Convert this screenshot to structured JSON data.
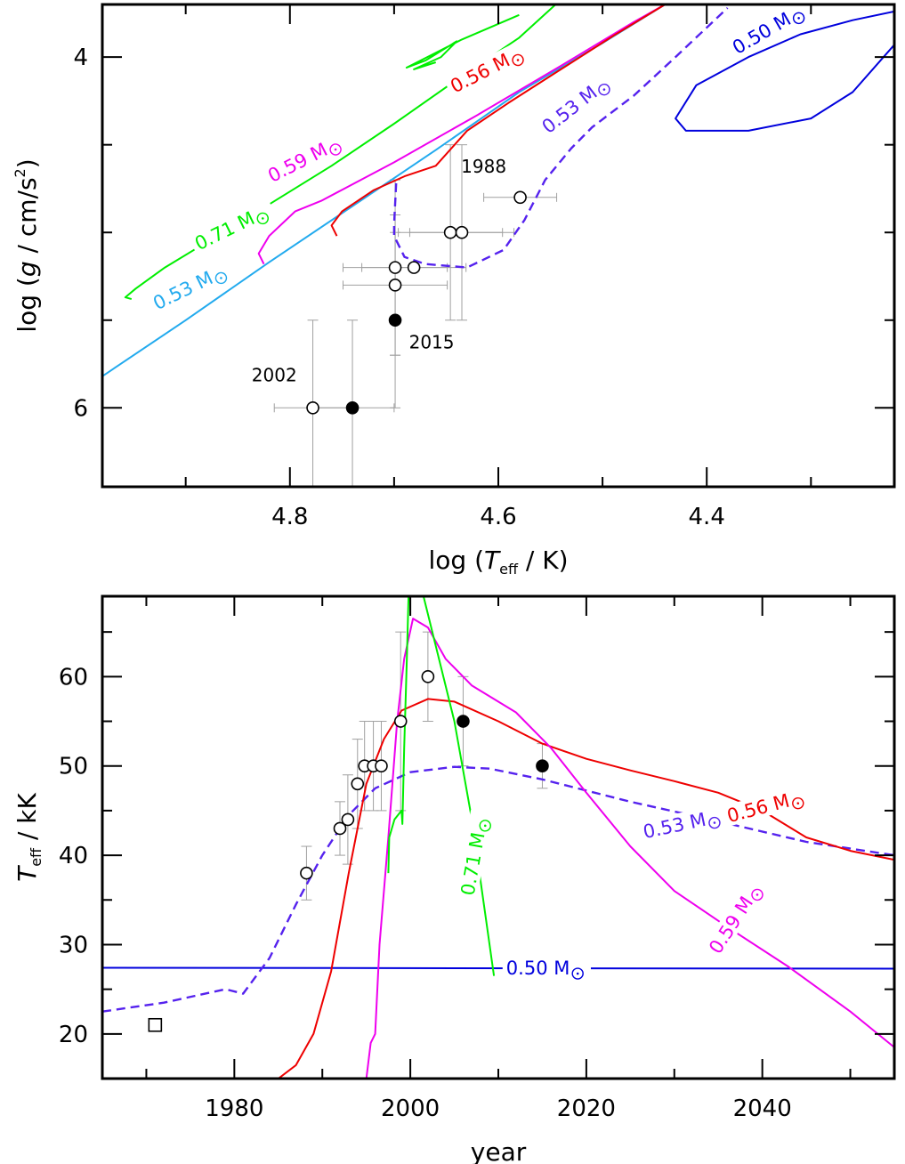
{
  "chart_data": [
    {
      "type": "line",
      "xlabel": {
        "prefix": "log (",
        "var": "T",
        "sub": "eff",
        "suffix": " / K)"
      },
      "ylabel": {
        "prefix": "log (",
        "var": "g",
        "suffix": " / cm/s",
        "sup": "2",
        "close": ")"
      },
      "xlim": [
        4.98,
        4.22
      ],
      "ylim": [
        3.7,
        6.45
      ],
      "y_inverted": true,
      "xticks": [
        4.8,
        4.6,
        4.4
      ],
      "xtick_labels": [
        "4.8",
        "4.6",
        "4.4"
      ],
      "yticks": [
        4,
        6
      ],
      "ytick_labels": [
        "4",
        "6"
      ],
      "series": [
        {
          "name": "0.71 M☉",
          "label_text": "0.71 M",
          "color": "#00ee00",
          "dash": false,
          "points": [
            [
              4.952,
              5.38
            ],
            [
              4.958,
              5.37
            ],
            [
              4.948,
              5.32
            ],
            [
              4.92,
              5.2
            ],
            [
              4.87,
              5.02
            ],
            [
              4.82,
              4.84
            ],
            [
              4.76,
              4.62
            ],
            [
              4.7,
              4.38
            ],
            [
              4.64,
              4.13
            ],
            [
              4.58,
              3.89
            ],
            [
              4.545,
              3.7
            ]
          ],
          "label": {
            "x": 4.855,
            "y": 4.97,
            "angle": -26
          }
        },
        {
          "name": "0.71 M☉ (loop)",
          "color": "#00ee00",
          "dash": false,
          "points": [
            [
              4.58,
              3.76
            ],
            [
              4.635,
              3.9
            ],
            [
              4.688,
              4.06
            ],
            [
              4.67,
              4.02
            ],
            [
              4.64,
              3.91
            ],
            [
              4.655,
              4.0
            ],
            [
              4.681,
              4.07
            ],
            [
              4.66,
              4.03
            ]
          ]
        },
        {
          "name": "0.53 M☉ (cyan)",
          "label_text": "0.53 M",
          "color": "#22aaee",
          "dash": false,
          "points": [
            [
              4.98,
              5.82
            ],
            [
              4.9,
              5.5
            ],
            [
              4.82,
              5.17
            ],
            [
              4.74,
              4.85
            ],
            [
              4.66,
              4.53
            ],
            [
              4.58,
              4.2
            ],
            [
              4.5,
              3.92
            ],
            [
              4.44,
              3.7
            ]
          ],
          "label": {
            "x": 4.895,
            "y": 5.31,
            "angle": -26
          }
        },
        {
          "name": "0.59 M☉",
          "label_text": "0.59 M",
          "color": "#ee00ee",
          "dash": false,
          "points": [
            [
              4.825,
              5.18
            ],
            [
              4.83,
              5.12
            ],
            [
              4.82,
              5.02
            ],
            [
              4.795,
              4.88
            ],
            [
              4.77,
              4.82
            ],
            [
              4.7,
              4.6
            ],
            [
              4.62,
              4.33
            ],
            [
              4.54,
              4.05
            ],
            [
              4.47,
              3.8
            ],
            [
              4.44,
              3.7
            ]
          ],
          "label": {
            "x": 4.785,
            "y": 4.58,
            "angle": -27
          }
        },
        {
          "name": "0.56 M☉",
          "label_text": "0.56 M",
          "color": "#ee0000",
          "dash": false,
          "points": [
            [
              4.755,
              5.02
            ],
            [
              4.76,
              4.96
            ],
            [
              4.75,
              4.88
            ],
            [
              4.72,
              4.76
            ],
            [
              4.69,
              4.68
            ],
            [
              4.66,
              4.62
            ],
            [
              4.63,
              4.42
            ],
            [
              4.59,
              4.26
            ],
            [
              4.54,
              4.07
            ],
            [
              4.49,
              3.88
            ],
            [
              4.44,
              3.7
            ]
          ],
          "label": {
            "x": 4.61,
            "y": 4.07,
            "angle": -27
          }
        },
        {
          "name": "0.53 M☉",
          "label_text": "0.53 M",
          "color": "#5522ee",
          "dash": true,
          "points": [
            [
              4.698,
              4.72
            ],
            [
              4.7,
              4.95
            ],
            [
              4.7,
              5.02
            ],
            [
              4.69,
              5.14
            ],
            [
              4.67,
              5.18
            ],
            [
              4.63,
              5.2
            ],
            [
              4.595,
              5.1
            ],
            [
              4.575,
              4.93
            ],
            [
              4.555,
              4.7
            ],
            [
              4.53,
              4.52
            ],
            [
              4.51,
              4.4
            ],
            [
              4.47,
              4.22
            ],
            [
              4.43,
              4.0
            ],
            [
              4.38,
              3.72
            ]
          ],
          "label": {
            "x": 4.525,
            "y": 4.27,
            "angle": -38
          }
        },
        {
          "name": "0.50 M☉",
          "label_text": "0.50 M",
          "color": "#0000dd",
          "dash": false,
          "points": [
            [
              4.22,
              3.93
            ],
            [
              4.26,
              4.2
            ],
            [
              4.3,
              4.35
            ],
            [
              4.36,
              4.42
            ],
            [
              4.42,
              4.42
            ],
            [
              4.43,
              4.35
            ],
            [
              4.41,
              4.16
            ],
            [
              4.36,
              4.0
            ],
            [
              4.31,
              3.87
            ],
            [
              4.26,
              3.79
            ],
            [
              4.22,
              3.74
            ]
          ],
          "label": {
            "x": 4.34,
            "y": 3.84,
            "angle": -30
          }
        }
      ],
      "points": [
        {
          "x": 4.579,
          "y": 4.8,
          "filled": false,
          "xerr": 0.035,
          "yerr": 0
        },
        {
          "x": 4.646,
          "y": 5.0,
          "filled": false,
          "xerr": 0.05,
          "yerr": 0.5
        },
        {
          "x": 4.635,
          "y": 5.0,
          "filled": false,
          "xerr": 0.05,
          "yerr": 0.5
        },
        {
          "x": 4.681,
          "y": 5.2,
          "filled": false,
          "xerr": 0.05,
          "yerr": 0
        },
        {
          "x": 4.699,
          "y": 5.2,
          "filled": false,
          "xerr": 0.05,
          "yerr": 0.5
        },
        {
          "x": 4.699,
          "y": 5.3,
          "filled": false,
          "xerr": 0.05,
          "yerr": 0.4
        },
        {
          "x": 4.699,
          "y": 5.5,
          "filled": true,
          "xerr": 0,
          "yerr": 0.5
        },
        {
          "x": 4.778,
          "y": 6.0,
          "filled": false,
          "xerr": 0.037,
          "yerr": 0.5
        },
        {
          "x": 4.74,
          "y": 6.0,
          "filled": true,
          "xerr": 0.04,
          "yerr": 0.5
        }
      ],
      "annotations": [
        {
          "text": "1988",
          "x": 4.614,
          "y": 4.66
        },
        {
          "text": "2015",
          "x": 4.664,
          "y": 5.66
        },
        {
          "text": "2002",
          "x": 4.815,
          "y": 5.85
        }
      ]
    },
    {
      "type": "line",
      "xlabel": "year",
      "ylabel": {
        "var": "T",
        "sub": "eff",
        "suffix": " / kK"
      },
      "xlim": [
        1965,
        2055
      ],
      "ylim": [
        15,
        69
      ],
      "xticks": [
        1980,
        2000,
        2020,
        2040
      ],
      "xtick_labels": [
        "1980",
        "2000",
        "2020",
        "2040"
      ],
      "yticks": [
        20,
        30,
        40,
        50,
        60
      ],
      "ytick_labels": [
        "20",
        "30",
        "40",
        "50",
        "60"
      ],
      "series": [
        {
          "name": "0.50 M☉",
          "label_text": "0.50 M",
          "color": "#0000dd",
          "dash": false,
          "points": [
            [
              1965,
              27.4
            ],
            [
              2055,
              27.3
            ]
          ],
          "label": {
            "x": 2015.5,
            "y": 27.35,
            "angle": 0
          }
        },
        {
          "name": "0.53 M☉",
          "label_text": "0.53 M",
          "color": "#5522ee",
          "dash": true,
          "points": [
            [
              1965,
              22.5
            ],
            [
              1972,
              23.5
            ],
            [
              1979,
              25
            ],
            [
              1981,
              24.5
            ],
            [
              1984,
              28.5
            ],
            [
              1987,
              34.5
            ],
            [
              1990,
              40
            ],
            [
              1993,
              44.5
            ],
            [
              1996,
              47.5
            ],
            [
              2000,
              49.3
            ],
            [
              2005,
              49.9
            ],
            [
              2009,
              49.7
            ],
            [
              2015,
              48.5
            ],
            [
              2025,
              46
            ],
            [
              2035,
              43.8
            ],
            [
              2045,
              41.5
            ],
            [
              2055,
              40
            ]
          ],
          "label": {
            "x": 2031,
            "y": 43.5,
            "angle": -12
          }
        },
        {
          "name": "0.56 M☉",
          "label_text": "0.56 M",
          "color": "#ee0000",
          "dash": false,
          "points": [
            [
              1985,
              15
            ],
            [
              1987,
              16.5
            ],
            [
              1989,
              20
            ],
            [
              1991,
              27
            ],
            [
              1993,
              38
            ],
            [
              1995,
              48
            ],
            [
              1997,
              53
            ],
            [
              1999,
              56.2
            ],
            [
              2002,
              57.5
            ],
            [
              2005,
              57.2
            ],
            [
              2010,
              55
            ],
            [
              2015,
              52.5
            ],
            [
              2020,
              50.8
            ],
            [
              2025,
              49.5
            ],
            [
              2030,
              48.3
            ],
            [
              2035,
              47
            ],
            [
              2040,
              45
            ],
            [
              2045,
              42
            ],
            [
              2050,
              40.5
            ],
            [
              2055,
              39.5
            ]
          ],
          "label": {
            "x": 2040.5,
            "y": 45.5,
            "angle": -15
          }
        },
        {
          "name": "0.59 M☉",
          "label_text": "0.59 M",
          "color": "#ee00ee",
          "dash": false,
          "points": [
            [
              1995,
              15
            ],
            [
              1995.5,
              19
            ],
            [
              1996,
              20
            ],
            [
              1996.5,
              30
            ],
            [
              1997.5,
              42
            ],
            [
              1998.5,
              55
            ],
            [
              1999.3,
              62
            ],
            [
              2000.3,
              66.5
            ],
            [
              2002,
              65.5
            ],
            [
              2004,
              62
            ],
            [
              2007,
              59
            ],
            [
              2012,
              56
            ],
            [
              2016,
              52
            ],
            [
              2020,
              47
            ],
            [
              2025,
              41
            ],
            [
              2030,
              36
            ],
            [
              2036,
              32
            ],
            [
              2043,
              27.5
            ],
            [
              2050,
              22.5
            ],
            [
              2055,
              18.5
            ]
          ],
          "label": {
            "x": 2037,
            "y": 33,
            "angle": -57
          }
        },
        {
          "name": "0.71 M☉",
          "label_text": "0.71 M",
          "color": "#00ee00",
          "dash": false,
          "points": [
            [
              1997.5,
              38
            ],
            [
              1997.6,
              42
            ],
            [
              1998.2,
              44
            ],
            [
              1999,
              45
            ],
            [
              1999.1,
              43.5
            ],
            [
              1999.3,
              52
            ],
            [
              1999.6,
              62
            ],
            [
              1999.8,
              69
            ]
          ],
          "label": {
            "x": 2007.3,
            "y": 40,
            "angle": -80
          }
        },
        {
          "name": "0.71 M☉ (decline)",
          "color": "#00ee00",
          "dash": false,
          "points": [
            [
              2001.5,
              69
            ],
            [
              2003,
              63
            ],
            [
              2005,
              55
            ],
            [
              2007,
              44
            ],
            [
              2009.5,
              26.5
            ]
          ]
        }
      ],
      "points": [
        {
          "x": 1988.2,
          "y": 38,
          "filled": false,
          "yerr": 3
        },
        {
          "x": 1992.0,
          "y": 43,
          "filled": false,
          "yerr": 3
        },
        {
          "x": 1992.9,
          "y": 44,
          "filled": false,
          "yerr": 5
        },
        {
          "x": 1994.0,
          "y": 48,
          "filled": false,
          "yerr": 5
        },
        {
          "x": 1994.8,
          "y": 50,
          "filled": false,
          "yerr": 5
        },
        {
          "x": 1995.8,
          "y": 50,
          "filled": false,
          "yerr": 5
        },
        {
          "x": 1996.7,
          "y": 50,
          "filled": false,
          "yerr": 5
        },
        {
          "x": 1998.9,
          "y": 55,
          "filled": false,
          "yerr": 10
        },
        {
          "x": 2002.0,
          "y": 60,
          "filled": false,
          "yerr": 5
        },
        {
          "x": 2006.0,
          "y": 55,
          "filled": true,
          "yerr": 5
        },
        {
          "x": 2015.0,
          "y": 50,
          "filled": true,
          "yerr": 2.5
        }
      ],
      "squares": [
        {
          "x": 1971.0,
          "y": 21
        }
      ]
    }
  ]
}
